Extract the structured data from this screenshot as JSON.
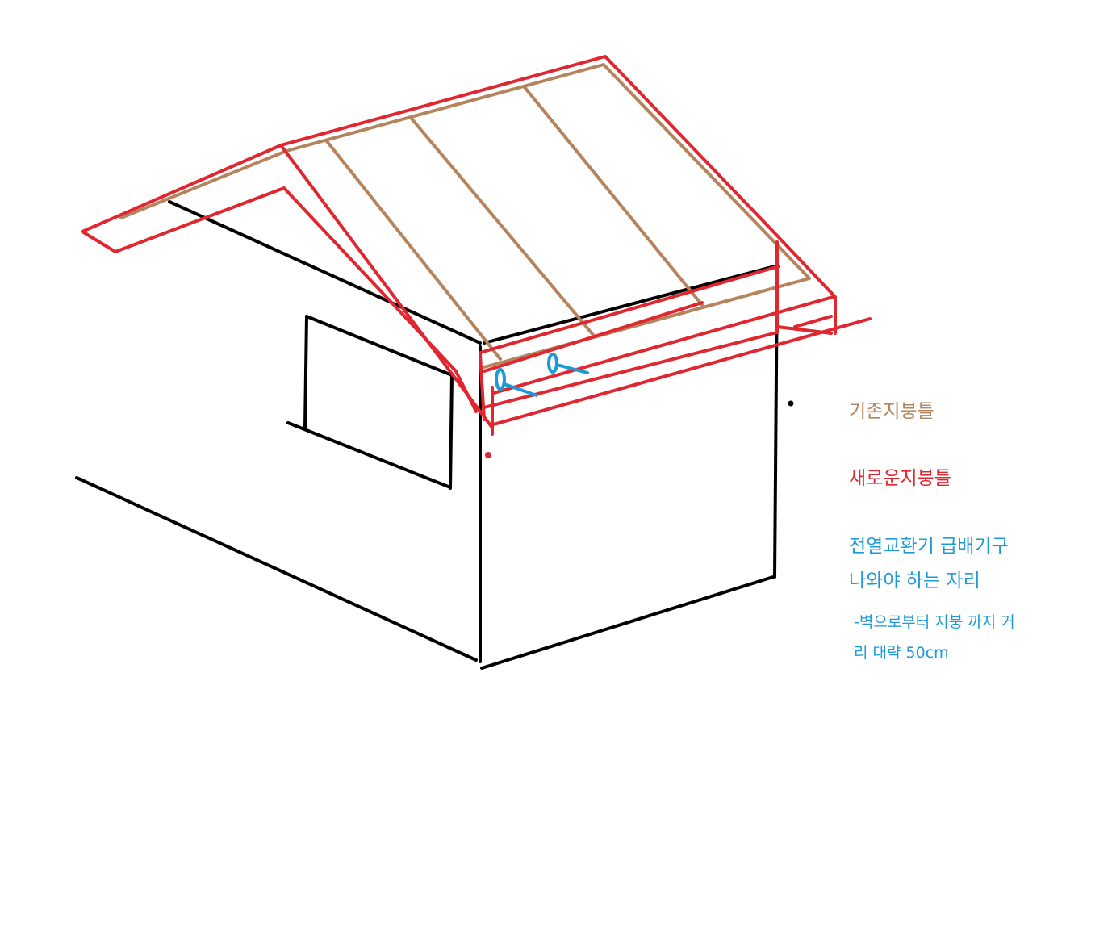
{
  "legend": {
    "existing_roof_frame": "기존지붕틀",
    "new_roof_frame": "새로운지붕틀",
    "vent_location_line1": "전열교환기 급배기구",
    "vent_location_line2": "나와야 하는 자리",
    "distance_note_line1": "-벽으로부터 지붕 까지 거",
    "distance_note_line2": "리 대략 50cm"
  },
  "colors": {
    "wall": "#000000",
    "existing_roof": "#b5845c",
    "new_roof": "#e0262e",
    "vent": "#1e9ad6"
  }
}
